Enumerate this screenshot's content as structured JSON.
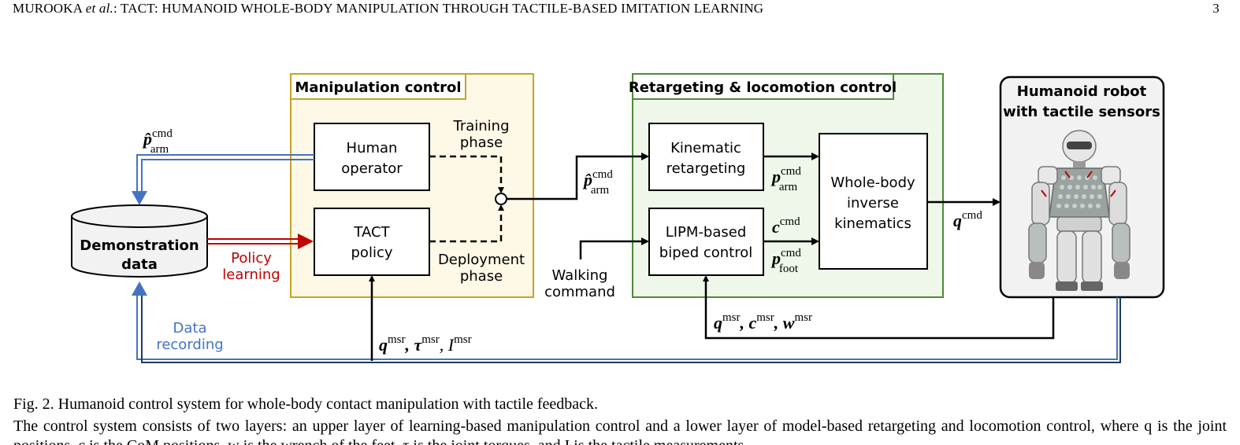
{
  "header": {
    "authors": "MUROOKA",
    "etal": "et al.",
    "title": ": TACT: HUMANOID WHOLE-BODY MANIPULATION THROUGH TACTILE-BASED IMITATION LEARNING",
    "page_number": "3"
  },
  "figure": {
    "manipulation_title": "Manipulation control",
    "retargeting_title": "Retargeting & locomotion control",
    "robot_title_1": "Humanoid robot",
    "robot_title_2": "with tactile sensors",
    "human_operator_1": "Human",
    "human_operator_2": "operator",
    "tact_policy_1": "TACT",
    "tact_policy_2": "policy",
    "training_phase_1": "Training",
    "training_phase_2": "phase",
    "deployment_phase_1": "Deployment",
    "deployment_phase_2": "phase",
    "demo_data_1": "Demonstration",
    "demo_data_2": "data",
    "policy_learning_1": "Policy",
    "policy_learning_2": "learning",
    "data_recording_1": "Data",
    "data_recording_2": "recording",
    "kinematic_1": "Kinematic",
    "kinematic_2": "retargeting",
    "lipm_1": "LIPM-based",
    "lipm_2": "biped control",
    "wbik_1": "Whole-body",
    "wbik_2": "inverse",
    "wbik_3": "kinematics",
    "walking_1": "Walking",
    "walking_2": "command",
    "sym_p": "p̂",
    "sym_p_plain": "p",
    "sym_c": "c",
    "sym_q": "q",
    "sub_arm": "arm",
    "sub_foot": "foot",
    "sup_cmd": "cmd",
    "sup_msr": "msr",
    "meas_robot": "q",
    "meas_robot_rest": ", c",
    "meas_robot_w": ", w",
    "meas_tact_tau": ", τ",
    "meas_tact_I": ", I"
  },
  "caption": "Fig. 2.  Humanoid control system for whole-body contact manipulation with tactile feedback.",
  "paragraph": "The control system consists of two layers: an upper layer of learning-based manipulation control and a lower layer of model-based retargeting and locomotion control, where q is the joint positions, c is the CoM positions, w is the wrench of the feet, τ is the joint torques, and I is the tactile measurements.",
  "colors": {
    "manip_border": "#C9A227",
    "manip_fill": "#FEF8E6",
    "retarget_border": "#4E8A3A",
    "retarget_fill": "#EFF6EA",
    "blue": "#4472C4",
    "red": "#C00000",
    "navy": "#1F3864"
  }
}
